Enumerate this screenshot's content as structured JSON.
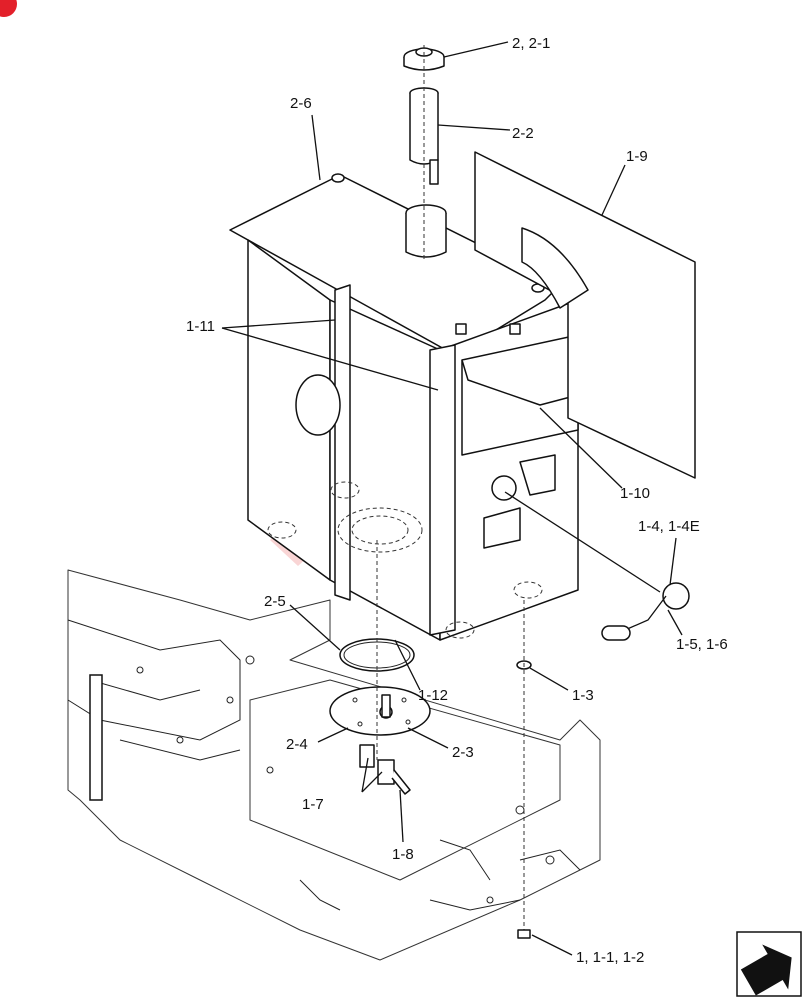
{
  "callouts": {
    "c_2_2_1": "2, 2-1",
    "c_2_2": "2-2",
    "c_2_6": "2-6",
    "c_1_9": "1-9",
    "c_1_11": "1-11",
    "c_1_10": "1-10",
    "c_1_4": "1-4, 1-4E",
    "c_1_5": "1-5, 1-6",
    "c_2_5": "2-5",
    "c_1_12": "1-12",
    "c_1_3": "1-3",
    "c_2_4": "2-4",
    "c_2_3": "2-3",
    "c_1_7": "1-7",
    "c_1_8": "1-8",
    "c_1_1": "1, 1-1, 1-2"
  },
  "colors": {
    "line": "#111111",
    "watermark": "#f5b4b4",
    "corner_badge": "#e3202a"
  },
  "icons": {
    "next_page": "next-arrow-icon",
    "corner": "badge-icon"
  }
}
